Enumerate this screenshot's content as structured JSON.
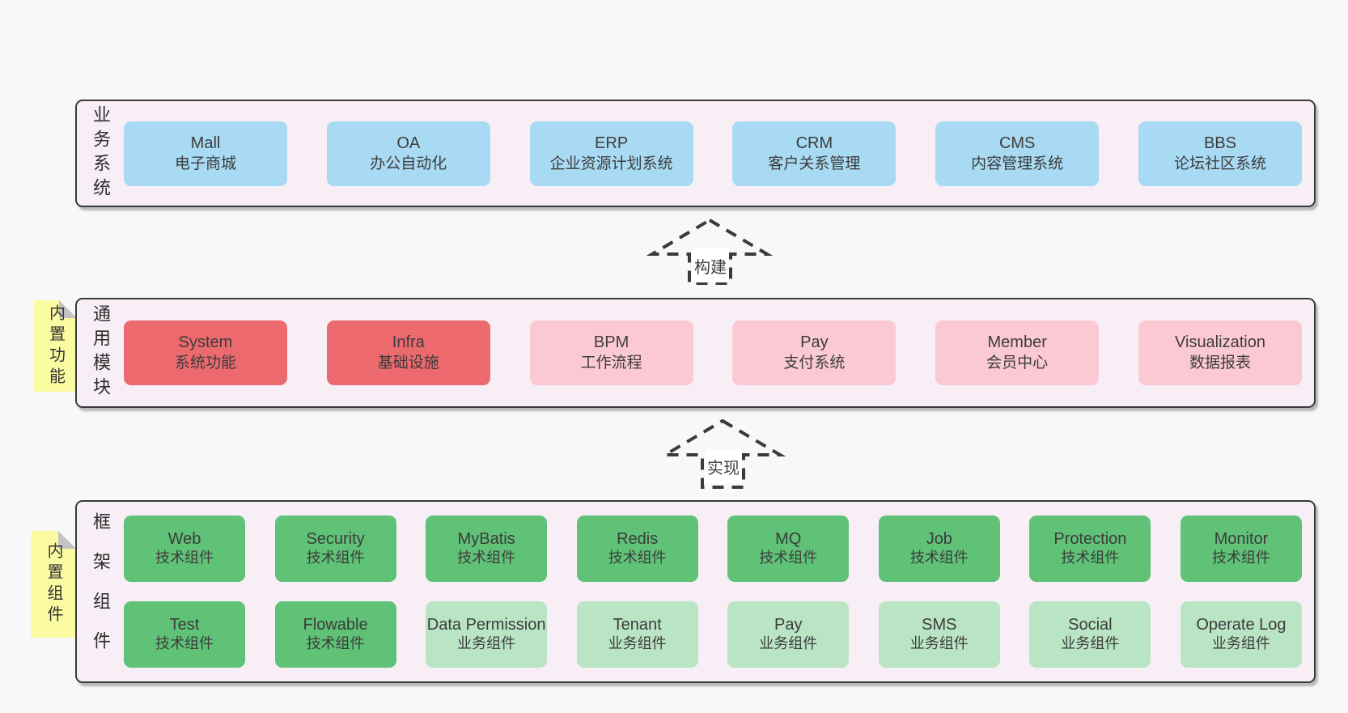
{
  "diagram": {
    "arrows": {
      "build": "构建",
      "implement": "实现"
    },
    "stickies": {
      "modules": "内置功能",
      "framework": "内置组件"
    },
    "layers": {
      "business": {
        "label": "业务系统",
        "items": [
          {
            "title": "Mall",
            "subtitle": "电子商城",
            "variant": "blue"
          },
          {
            "title": "OA",
            "subtitle": "办公自动化",
            "variant": "blue"
          },
          {
            "title": "ERP",
            "subtitle": "企业资源计划系统",
            "variant": "blue"
          },
          {
            "title": "CRM",
            "subtitle": "客户关系管理",
            "variant": "blue"
          },
          {
            "title": "CMS",
            "subtitle": "内容管理系统",
            "variant": "blue"
          },
          {
            "title": "BBS",
            "subtitle": "论坛社区系统",
            "variant": "blue"
          }
        ]
      },
      "modules": {
        "label": "通用模块",
        "items": [
          {
            "title": "System",
            "subtitle": "系统功能",
            "variant": "red"
          },
          {
            "title": "Infra",
            "subtitle": "基础设施",
            "variant": "red"
          },
          {
            "title": "BPM",
            "subtitle": "工作流程",
            "variant": "pink"
          },
          {
            "title": "Pay",
            "subtitle": "支付系统",
            "variant": "pink"
          },
          {
            "title": "Member",
            "subtitle": "会员中心",
            "variant": "pink"
          },
          {
            "title": "Visualization",
            "subtitle": "数据报表",
            "variant": "pink"
          }
        ]
      },
      "framework": {
        "label": "框架组件",
        "row1": [
          {
            "title": "Web",
            "subtitle": "技术组件",
            "variant": "green"
          },
          {
            "title": "Security",
            "subtitle": "技术组件",
            "variant": "green"
          },
          {
            "title": "MyBatis",
            "subtitle": "技术组件",
            "variant": "green"
          },
          {
            "title": "Redis",
            "subtitle": "技术组件",
            "variant": "green"
          },
          {
            "title": "MQ",
            "subtitle": "技术组件",
            "variant": "green"
          },
          {
            "title": "Job",
            "subtitle": "技术组件",
            "variant": "green"
          },
          {
            "title": "Protection",
            "subtitle": "技术组件",
            "variant": "green"
          },
          {
            "title": "Monitor",
            "subtitle": "技术组件",
            "variant": "green"
          }
        ],
        "row2": [
          {
            "title": "Test",
            "subtitle": "技术组件",
            "variant": "green"
          },
          {
            "title": "Flowable",
            "subtitle": "技术组件",
            "variant": "green"
          },
          {
            "title": "Data Permission",
            "subtitle": "业务组件",
            "variant": "light-green"
          },
          {
            "title": "Tenant",
            "subtitle": "业务组件",
            "variant": "light-green"
          },
          {
            "title": "Pay",
            "subtitle": "业务组件",
            "variant": "light-green"
          },
          {
            "title": "SMS",
            "subtitle": "业务组件",
            "variant": "light-green"
          },
          {
            "title": "Social",
            "subtitle": "业务组件",
            "variant": "light-green"
          },
          {
            "title": "Operate Log",
            "subtitle": "业务组件",
            "variant": "light-green"
          }
        ]
      }
    },
    "colors": {
      "page_bg": "#f8f8f8",
      "container_bg": "#f7eef6",
      "container_border": "#3a3a3a",
      "blue": "#a9daf3",
      "red": "#ec6a6e",
      "pink": "#fbc9d4",
      "green": "#5fc277",
      "light_green": "#bae5c5",
      "sticky_yellow": "#fbfba2"
    }
  }
}
